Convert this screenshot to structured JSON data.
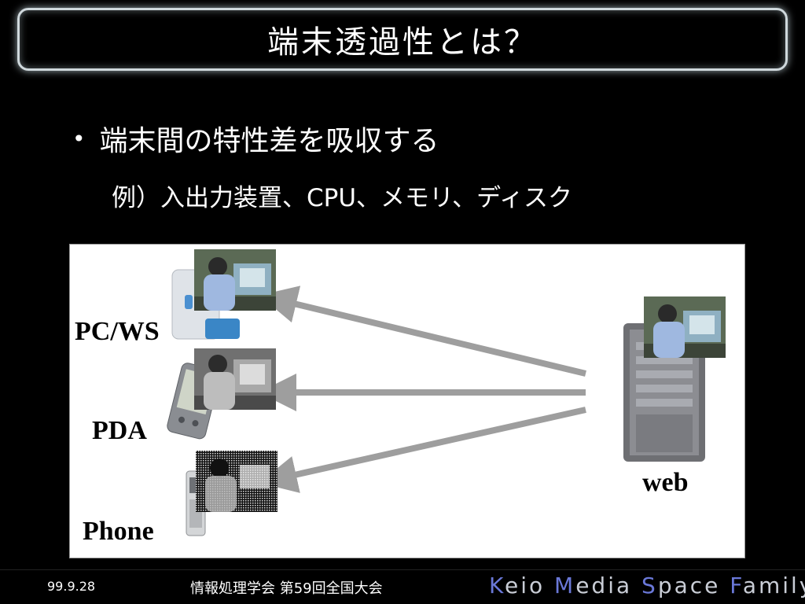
{
  "slide": {
    "title": "端末透過性とは？",
    "bullet": "端末間の特性差を吸収する",
    "example": "例）入出力装置、CPU、メモリ、ディスク"
  },
  "diagram": {
    "labels": {
      "pcws": "PC/WS",
      "pda": "PDA",
      "phone": "Phone",
      "web": "web"
    }
  },
  "footer": {
    "date": "99.9.28",
    "conference": "情報処理学会 第59回全国大会",
    "brand": [
      {
        "cap": "K",
        "rest": "eio "
      },
      {
        "cap": "M",
        "rest": "edia "
      },
      {
        "cap": "S",
        "rest": "pace "
      },
      {
        "cap": "F",
        "rest": "amily"
      }
    ]
  },
  "colors": {
    "background": "#000000",
    "arrow": "#9e9e9e",
    "brand_accent": "#6a78d8"
  }
}
